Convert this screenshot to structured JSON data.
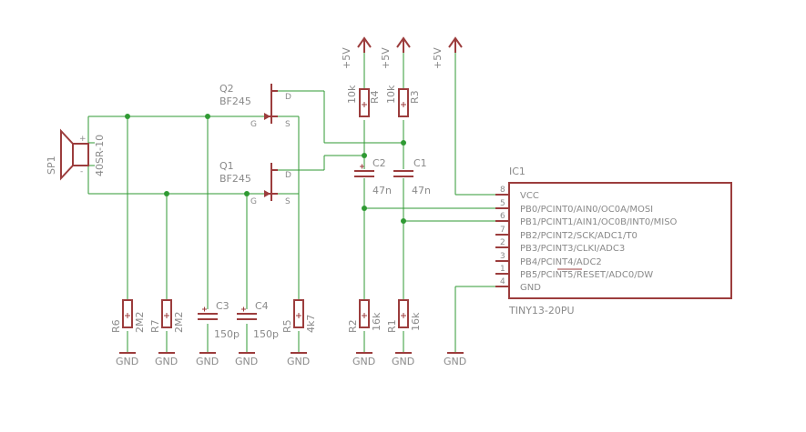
{
  "supplies": {
    "vcc_label": "+5V",
    "gnd_label": "GND"
  },
  "speaker": {
    "ref": "SP1",
    "value": "40SR-10",
    "pin_plus": "+",
    "pin_minus": "-"
  },
  "transistors": [
    {
      "ref": "Q2",
      "value": "BF245",
      "pin_g": "G",
      "pin_d": "D",
      "pin_s": "S"
    },
    {
      "ref": "Q1",
      "value": "BF245",
      "pin_g": "G",
      "pin_d": "D",
      "pin_s": "S"
    }
  ],
  "resistors": {
    "R4": {
      "ref": "R4",
      "value": "10k"
    },
    "R3": {
      "ref": "R3",
      "value": "10k"
    },
    "R6": {
      "ref": "R6",
      "value": "2M2"
    },
    "R7": {
      "ref": "R7",
      "value": "2M2"
    },
    "R5": {
      "ref": "R5",
      "value": "4k7"
    },
    "R2": {
      "ref": "R2",
      "value": "16k"
    },
    "R1": {
      "ref": "R1",
      "value": "16k"
    }
  },
  "capacitors": {
    "C2": {
      "ref": "C2",
      "value": "47n"
    },
    "C1": {
      "ref": "C1",
      "value": "47n"
    },
    "C3": {
      "ref": "C3",
      "value": "150p"
    },
    "C4": {
      "ref": "C4",
      "value": "150p"
    }
  },
  "ic": {
    "ref": "IC1",
    "value": "TINY13-20PU",
    "pins": [
      {
        "num": "8",
        "name": "VCC"
      },
      {
        "num": "5",
        "name": "PB0/PCINT0/AIN0/OC0A/MOSI"
      },
      {
        "num": "6",
        "name": "PB1/PCINT1/AIN1/OC0B/INT0/MISO"
      },
      {
        "num": "7",
        "name": "PB2/PCINT2/SCK/ADC1/T0"
      },
      {
        "num": "2",
        "name": "PB3/PCINT3/CLKI/ADC3"
      },
      {
        "num": "3",
        "name": "PB4/PCINT4/ADC2"
      },
      {
        "num": "1",
        "name": "PB5/PCINT5/RESET/ADC0/DW"
      },
      {
        "num": "4",
        "name": "GND"
      }
    ]
  }
}
